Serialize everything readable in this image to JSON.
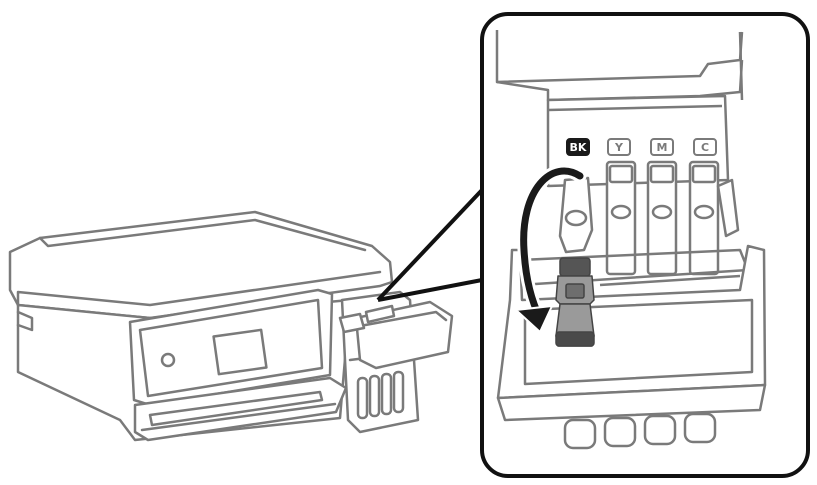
{
  "colors": {
    "line": "#7a7a7a",
    "fill": "#ffffff",
    "dark": "#1a1a1a",
    "bottle": "#9a9a9a",
    "bottle_dark": "#555555",
    "callout": "#111111"
  },
  "icons": {
    "arrow": "curved-down-arrow-icon",
    "power": "power-button-icon"
  },
  "ink_labels": [
    {
      "text": "BK",
      "inverted": true
    },
    {
      "text": "Y",
      "inverted": false
    },
    {
      "text": "M",
      "inverted": false
    },
    {
      "text": "C",
      "inverted": false
    }
  ]
}
